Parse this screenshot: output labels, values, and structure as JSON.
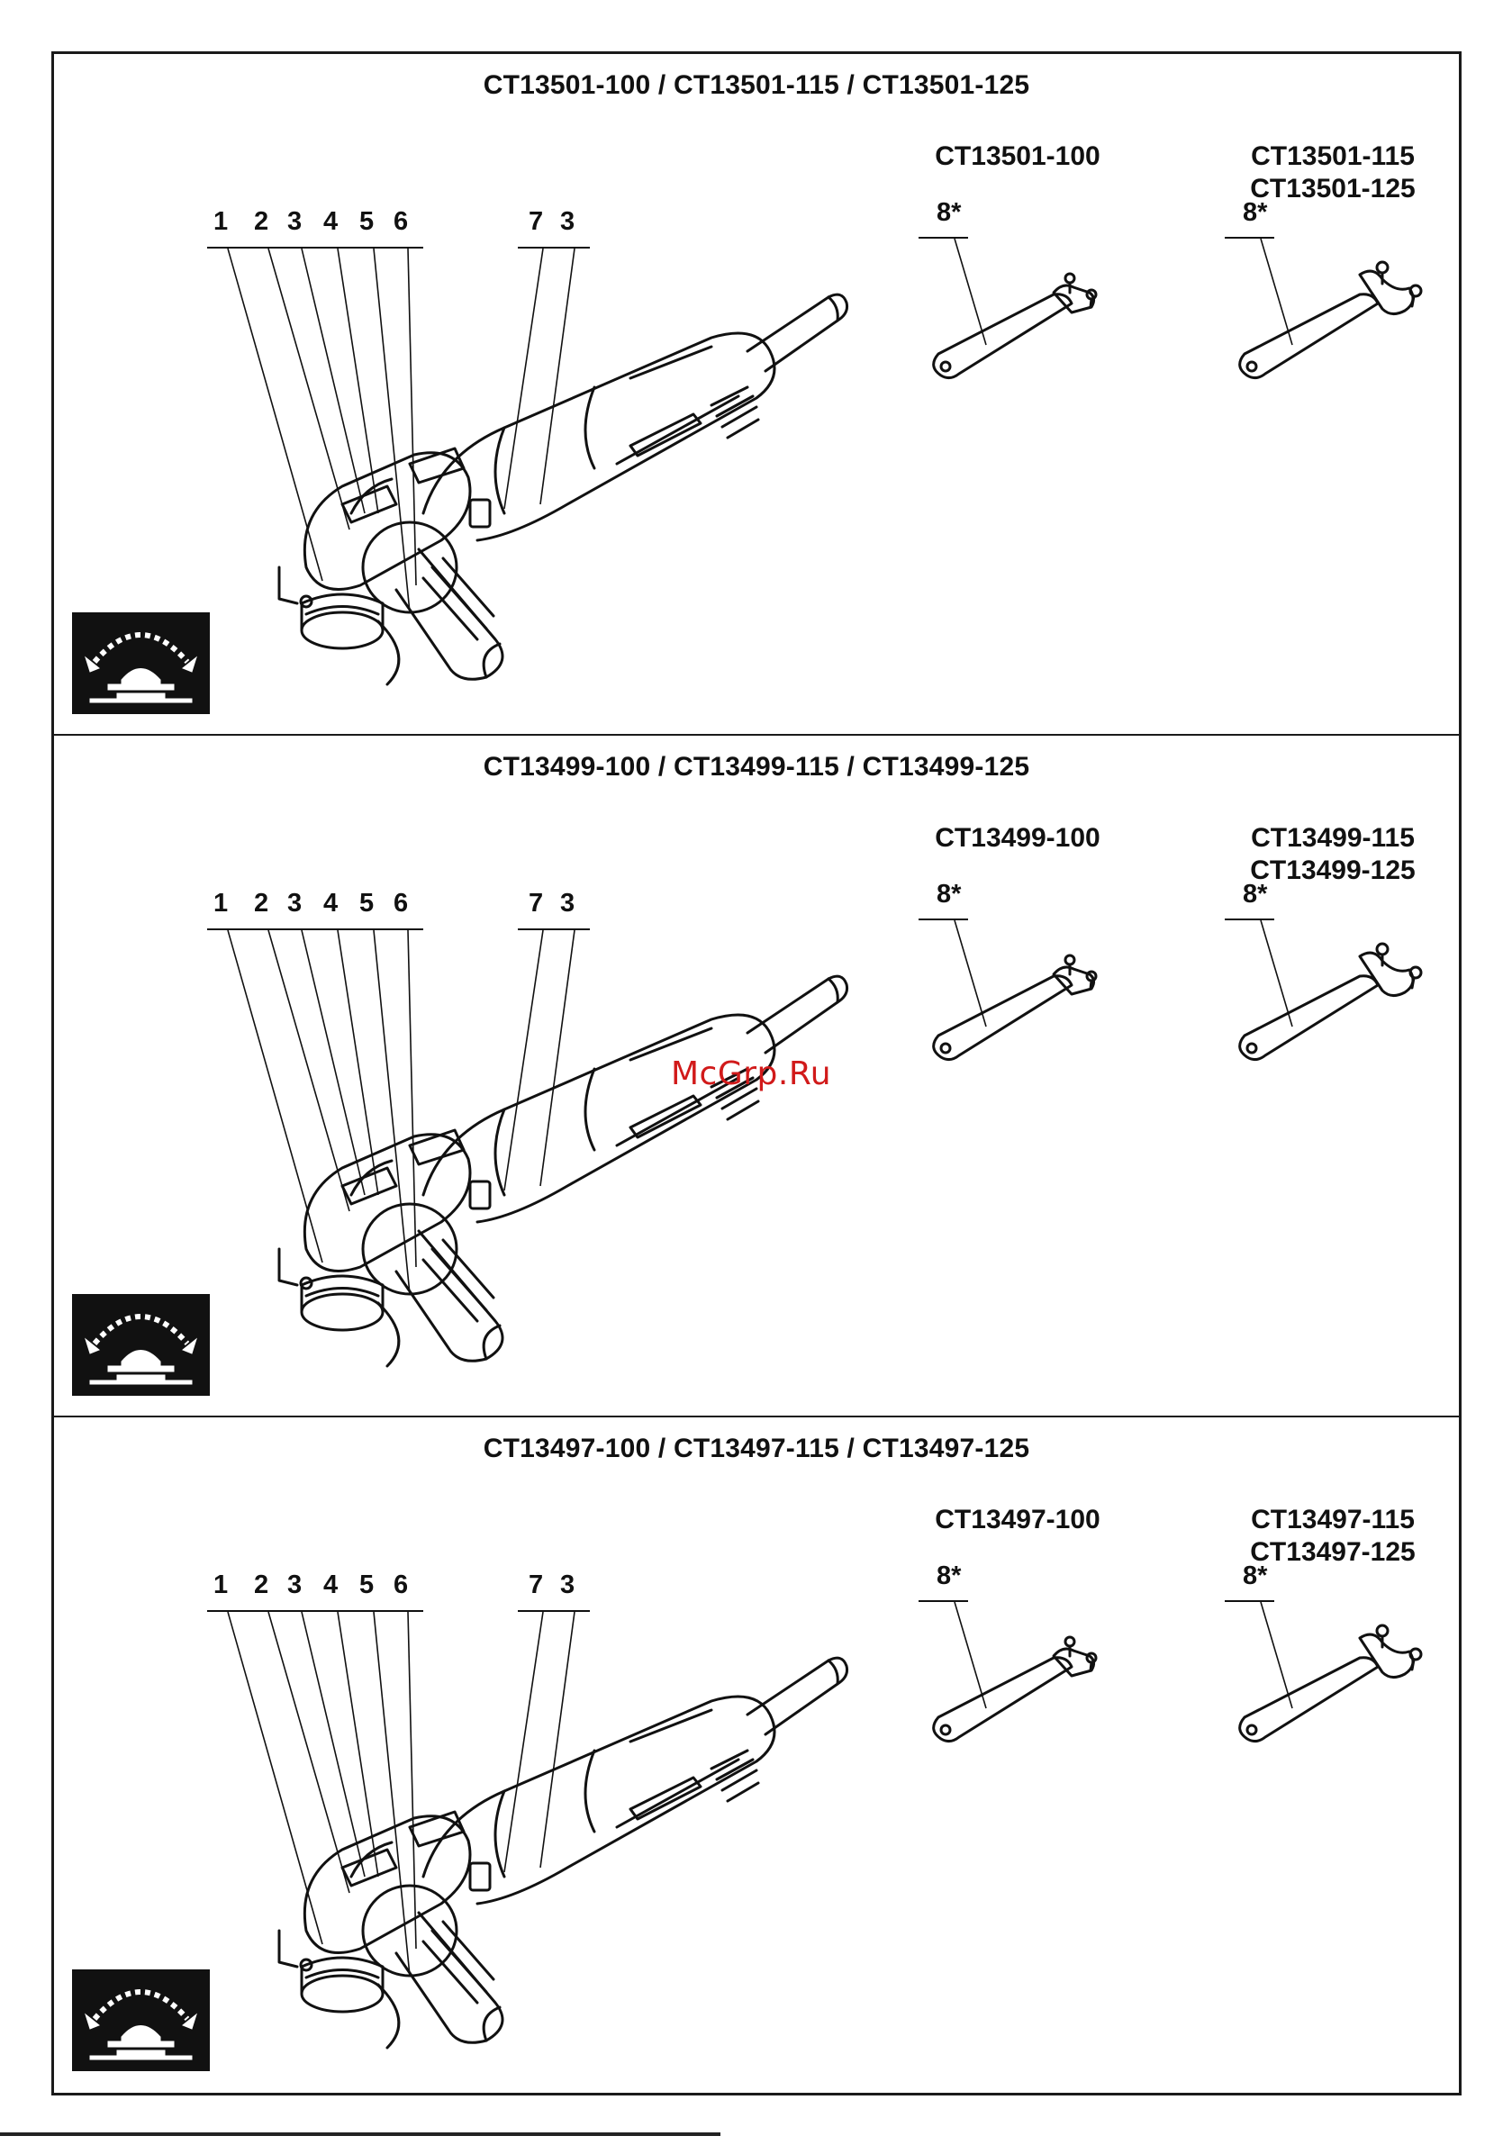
{
  "sections": [
    {
      "title": "CT13501-100 / CT13501-115 / CT13501-125",
      "model_a": "CT13501-100",
      "model_b_line1": "CT13501-115",
      "model_b_line2": "CT13501-125"
    },
    {
      "title": "CT13499-100 / CT13499-115 / CT13499-125",
      "model_a": "CT13499-100",
      "model_b_line1": "CT13499-115",
      "model_b_line2": "CT13499-125"
    },
    {
      "title": "CT13497-100 / CT13497-115 / CT13497-125",
      "model_a": "CT13497-100",
      "model_b_line1": "CT13497-115",
      "model_b_line2": "CT13497-125"
    }
  ],
  "callouts": [
    "1",
    "2",
    "3",
    "4",
    "5",
    "6",
    "7",
    "3"
  ],
  "wrench_label": "8*",
  "watermark": "McGrp.Ru"
}
